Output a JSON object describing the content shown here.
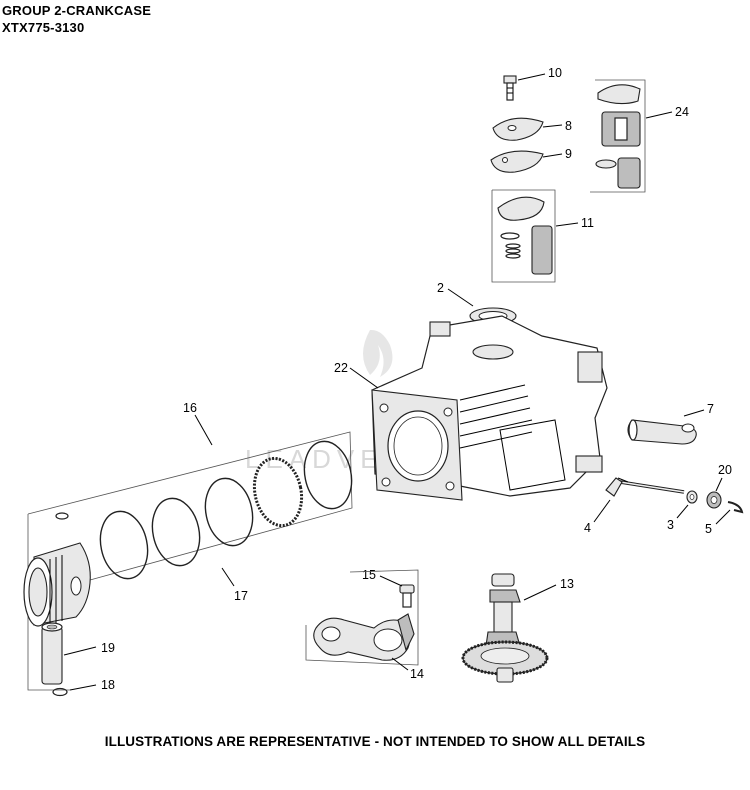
{
  "header": {
    "line1": "GROUP 2-CRANKCASE",
    "line2": "XTX775-3130"
  },
  "footer": {
    "note": "ILLUSTRATIONS ARE REPRESENTATIVE - NOT INTENDED TO SHOW ALL DETAILS"
  },
  "watermark": {
    "text": "LEADVENTURE"
  },
  "callouts": {
    "c10": "10",
    "c8": "8",
    "c9": "9",
    "c24": "24",
    "c11": "11",
    "c2": "2",
    "c22": "22",
    "c7": "7",
    "c16": "16",
    "c20": "20",
    "c4": "4",
    "c3": "3",
    "c5": "5",
    "c17": "17",
    "c15": "15",
    "c13": "13",
    "c19": "19",
    "c14": "14",
    "c18": "18"
  }
}
